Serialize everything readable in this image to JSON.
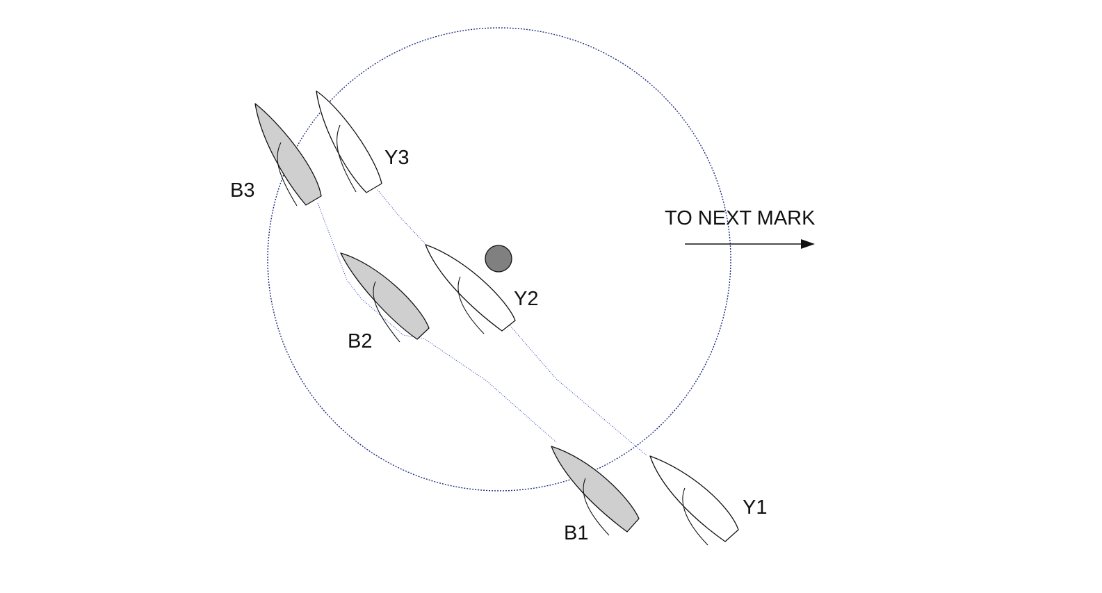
{
  "diagram": {
    "direction_label": "TO NEXT MARK",
    "boats": [
      {
        "id": "B3",
        "label": "B3",
        "fleet": "blue"
      },
      {
        "id": "Y3",
        "label": "Y3",
        "fleet": "yellow"
      },
      {
        "id": "B2",
        "label": "B2",
        "fleet": "blue"
      },
      {
        "id": "Y2",
        "label": "Y2",
        "fleet": "yellow"
      },
      {
        "id": "B1",
        "label": "B1",
        "fleet": "blue"
      },
      {
        "id": "Y1",
        "label": "Y1",
        "fleet": "yellow"
      }
    ]
  },
  "colors": {
    "zone_circle": "#1c2a80",
    "track_line": "#4455bb",
    "blue_fleet_hull": "#cfcfcf",
    "yellow_fleet_hull": "#ffffff",
    "mark": "#808080",
    "outline": "#111111"
  }
}
